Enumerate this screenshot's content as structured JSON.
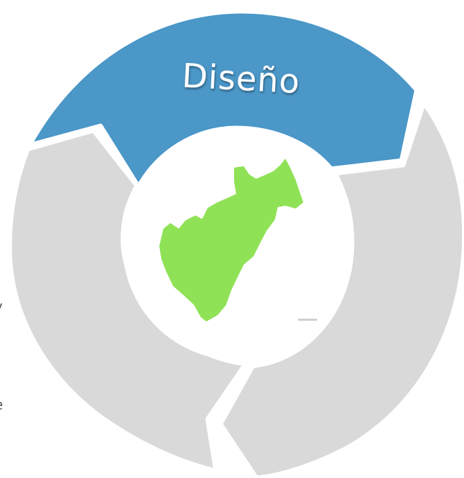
{
  "diagram": {
    "segments": [
      {
        "label": "Diseño",
        "color": "#4a97c8",
        "active": true
      },
      {
        "label": "",
        "color": "#d9d9d9",
        "active": false
      },
      {
        "label": "",
        "color": "#d9d9d9",
        "active": false
      }
    ],
    "center": {
      "background": "#ffffff",
      "map_color": "#8fe256",
      "map_icon": "region-map-icon"
    }
  },
  "side_fragments": [
    "y",
    "e"
  ]
}
